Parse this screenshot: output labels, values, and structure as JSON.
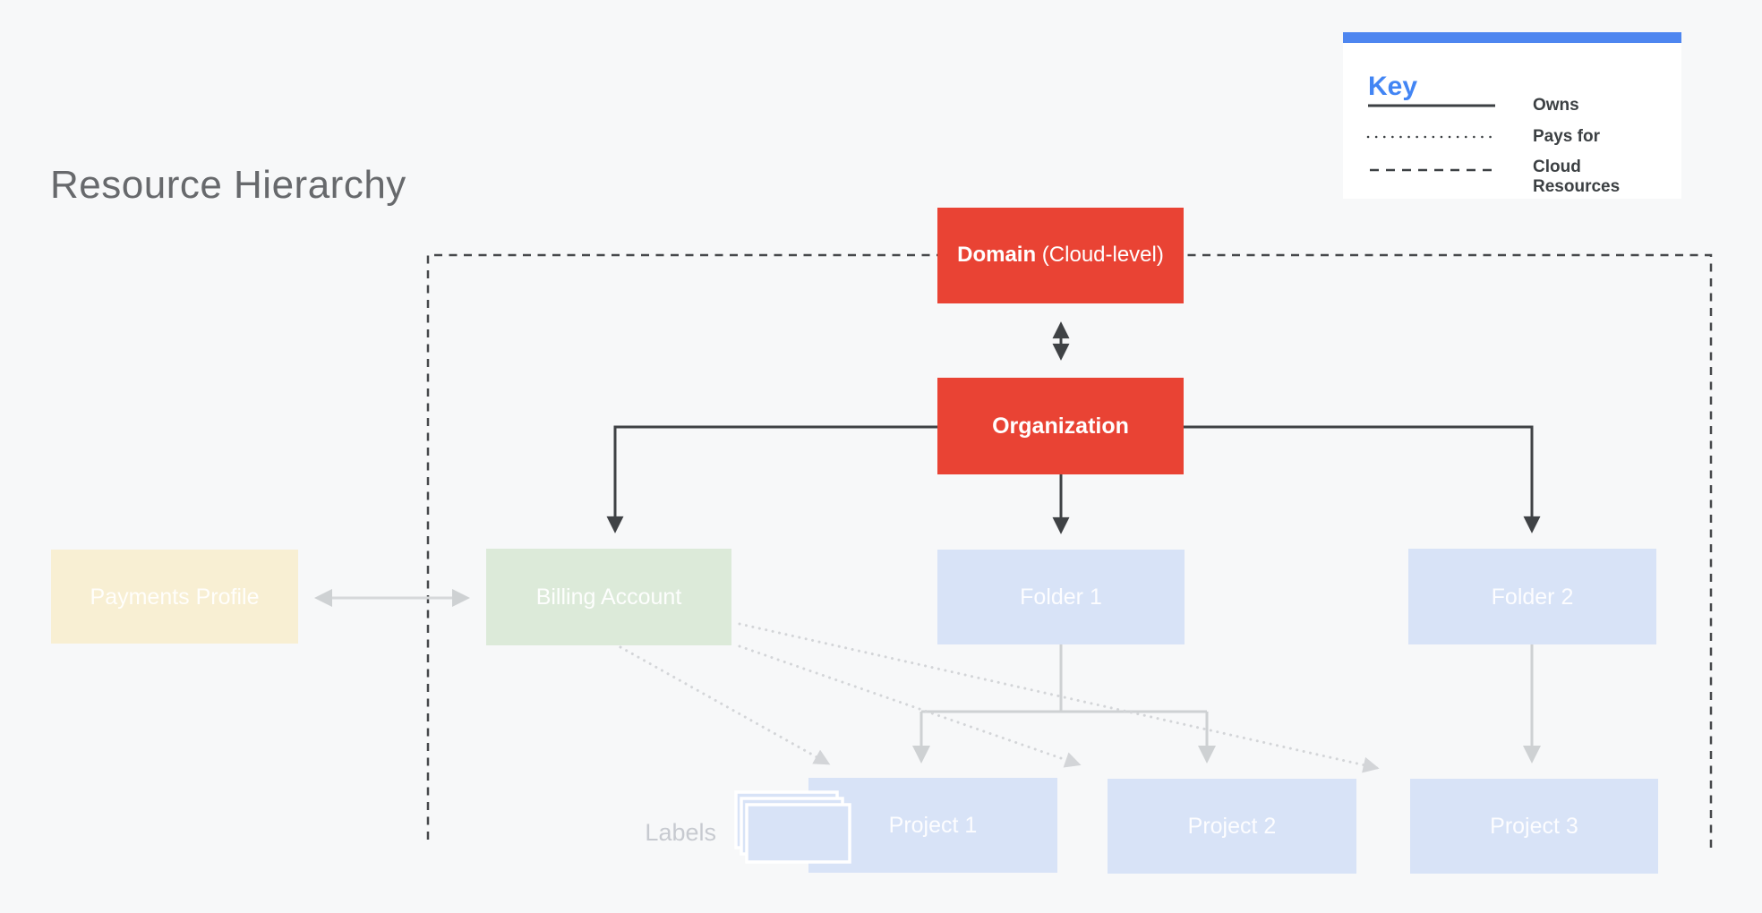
{
  "title": "Resource Hierarchy",
  "key": {
    "heading": "Key",
    "entries": [
      {
        "id": "owns",
        "line_style": "solid",
        "label": "Owns"
      },
      {
        "id": "pays-for",
        "line_style": "dotted",
        "label": "Pays for"
      },
      {
        "id": "cloud-resources",
        "line_style": "dashed",
        "label": "Cloud Resources"
      }
    ]
  },
  "nodes": {
    "domain": {
      "label_bold": "Domain",
      "label_suffix": " (Cloud-level)"
    },
    "organization": {
      "label": "Organization"
    },
    "payments_profile": {
      "label": "Payments Profile"
    },
    "billing_account": {
      "label": "Billing Account"
    },
    "folder1": {
      "label": "Folder 1"
    },
    "folder2": {
      "label": "Folder 2"
    },
    "project1": {
      "label": "Project 1"
    },
    "project2": {
      "label": "Project 2"
    },
    "project3": {
      "label": "Project 3"
    }
  },
  "labels_annotation": {
    "label": "Labels"
  },
  "colors": {
    "background": "#f7f8f9",
    "node_red": "#e94334",
    "node_pastel_blue": "#d8e3f7",
    "node_pastel_green": "#dcead9",
    "node_pastel_cream": "#f8efd3",
    "key_accent_bar": "#4e86f0",
    "key_heading_blue": "#4285f4",
    "dark_line": "#3f4245",
    "gray_line": "#ced1d3",
    "dotted_line": "#d3d5d8",
    "title_text": "#67696c"
  }
}
